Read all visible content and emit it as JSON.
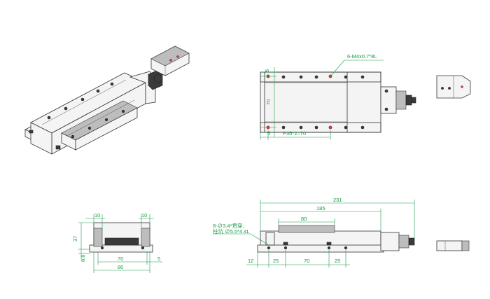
{
  "top_view": {
    "hole_callout": "6-M4x0.7*8L",
    "dim_top_left": "5",
    "dim_height": "70",
    "dim_bottom_left": "5",
    "dim_pitch": "P35*2=70"
  },
  "end_view": {
    "dim_left_top": "10",
    "dim_right_top": "10",
    "dim_height": "37",
    "dim_base": "8.6",
    "dim_inner": "70",
    "dim_right": "5",
    "dim_total": "80"
  },
  "side_view": {
    "dim_overall": "231",
    "dim_body": "185",
    "dim_carriage": "80",
    "hole_callout_line1": "8-∅3.4*贯穿;",
    "hole_callout_line2": "柱坑 ∅5.5*4.4L",
    "dim_12": "12",
    "dim_25a": "25",
    "dim_70": "70",
    "dim_25b": "25"
  }
}
